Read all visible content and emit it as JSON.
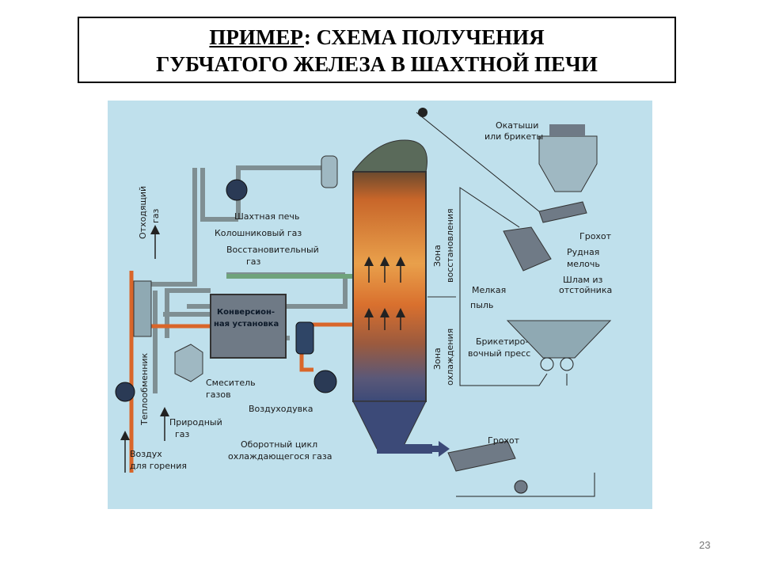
{
  "title": {
    "label": "ПРИМЕР",
    "line1_rest": ":  СХЕМА  ПОЛУЧЕНИЯ",
    "line2": "ГУБЧАТОГО  ЖЕЛЕЗА  В  ШАХТНОЙ  ПЕЧИ"
  },
  "diagram": {
    "background": "#bfe0ec",
    "labels": {
      "pellets_1": "Окатыши",
      "pellets_2": "или брикеты",
      "shaft_furnace": "Шахтная печь",
      "top_gas": "Колошниковый газ",
      "reducing_gas_1": "Восстановительный",
      "reducing_gas_2": "газ",
      "exhaust_gas_1": "Отходящий",
      "exhaust_gas_2": "газ",
      "conversion_1": "Конверсион-",
      "conversion_2": "ная установка",
      "mixer_1": "Смеситель",
      "mixer_2": "газов",
      "natural_gas_1": "Природный",
      "natural_gas_2": "газ",
      "heat_exchanger": "Теплообменник",
      "air_1": "Воздух",
      "air_2": "для горения",
      "blower": "Воздуходувка",
      "cycle_1": "Оборотный цикл",
      "cycle_2": "охлаждающегося газа",
      "reduction_zone_1": "Зона",
      "reduction_zone_2": "восстановления",
      "cooling_zone_1": "Зона",
      "cooling_zone_2": "охлаждения",
      "screen_top": "Грохот",
      "ore_fines_1": "Рудная",
      "ore_fines_2": "мелочь",
      "sludge_1": "Шлам из",
      "sludge_2": "отстойника",
      "fine_dust_1": "Мелкая",
      "fine_dust_2": "пыль",
      "press_1": "Брикетиро-",
      "press_2": "вочный пресс",
      "screen_bottom": "Грохот"
    }
  },
  "page_number": "23"
}
